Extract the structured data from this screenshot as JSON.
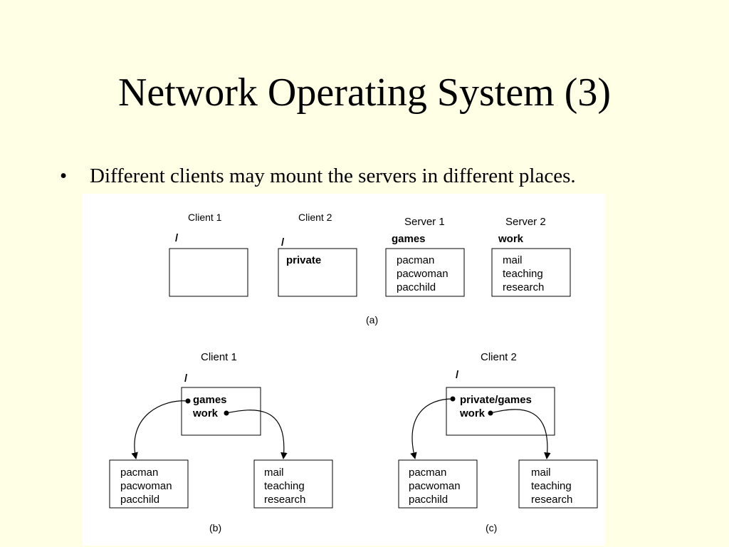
{
  "slide": {
    "title": "Network Operating System (3)",
    "bullets": [
      "Different clients may mount the servers in different places."
    ]
  },
  "figure": {
    "a": {
      "caption": "(a)",
      "client1": {
        "header": "Client 1",
        "root": "/"
      },
      "client2": {
        "header": "Client 2",
        "root": "/",
        "items": [
          "private"
        ]
      },
      "server1": {
        "header": "Server 1",
        "dir": "games",
        "items": [
          "pacman",
          "pacwoman",
          "pacchild"
        ]
      },
      "server2": {
        "header": "Server 2",
        "dir": "work",
        "items": [
          "mail",
          "teaching",
          "research"
        ]
      }
    },
    "b": {
      "caption": "(b)",
      "client": {
        "header": "Client 1",
        "root": "/",
        "mounts": [
          "games",
          "work"
        ]
      },
      "left": {
        "items": [
          "pacman",
          "pacwoman",
          "pacchild"
        ]
      },
      "right": {
        "items": [
          "mail",
          "teaching",
          "research"
        ]
      }
    },
    "c": {
      "caption": "(c)",
      "client": {
        "header": "Client 2",
        "root": "/",
        "mounts": [
          "private/games",
          "work"
        ]
      },
      "left": {
        "items": [
          "pacman",
          "pacwoman",
          "pacchild"
        ]
      },
      "right": {
        "items": [
          "mail",
          "teaching",
          "research"
        ]
      }
    }
  }
}
